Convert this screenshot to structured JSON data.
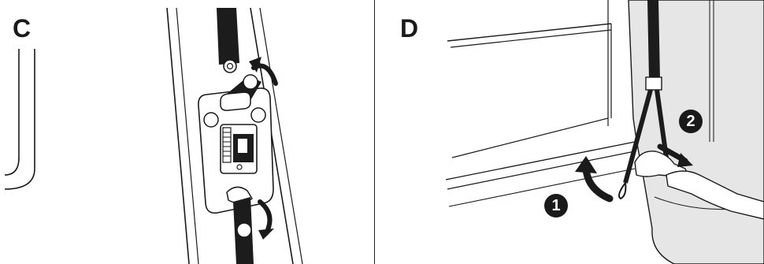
{
  "panels": [
    {
      "id": "C",
      "letter": "C"
    },
    {
      "id": "D",
      "letter": "D",
      "steps": [
        "1",
        "2"
      ]
    }
  ],
  "colors": {
    "line": "#1a1a1a",
    "strap": "#1c1c1c",
    "panel_fill": "#e6e6e6",
    "background": "#ffffff"
  }
}
